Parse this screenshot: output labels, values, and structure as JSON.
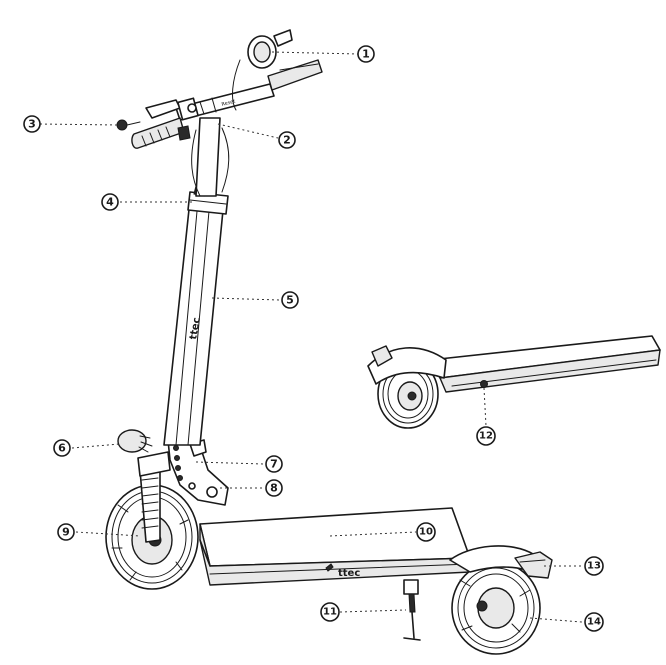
{
  "diagram": {
    "brand_deck": "ttec",
    "brand_stem": "ttec",
    "display_label": "Reset",
    "callouts": [
      {
        "id": "1",
        "label": "1"
      },
      {
        "id": "2",
        "label": "2"
      },
      {
        "id": "3",
        "label": "3"
      },
      {
        "id": "4",
        "label": "4"
      },
      {
        "id": "5",
        "label": "5"
      },
      {
        "id": "6",
        "label": "6"
      },
      {
        "id": "7",
        "label": "7"
      },
      {
        "id": "8",
        "label": "8"
      },
      {
        "id": "9",
        "label": "9"
      },
      {
        "id": "10",
        "label": "10"
      },
      {
        "id": "11",
        "label": "11"
      },
      {
        "id": "12",
        "label": "12"
      },
      {
        "id": "13",
        "label": "13"
      },
      {
        "id": "14",
        "label": "14"
      }
    ]
  }
}
